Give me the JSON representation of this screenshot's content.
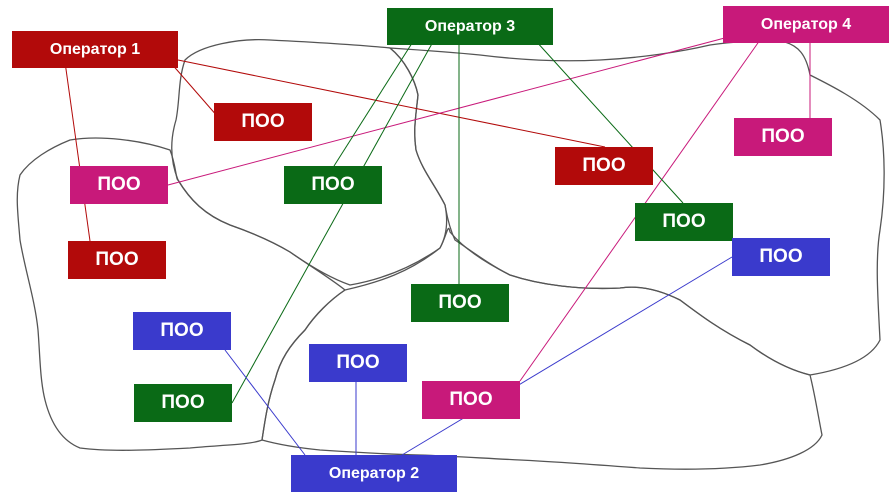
{
  "colors": {
    "red": "#b20a0a",
    "green": "#0a6a16",
    "blue": "#3a3acc",
    "magenta": "#c8197a",
    "boundary": "#555555"
  },
  "operators": {
    "op1": {
      "label": "Оператор 1",
      "color": "red"
    },
    "op2": {
      "label": "Оператор 2",
      "color": "blue"
    },
    "op3": {
      "label": "Оператор 3",
      "color": "green"
    },
    "op4": {
      "label": "Оператор 4",
      "color": "magenta"
    }
  },
  "poo_label": "ПОО",
  "poo_nodes": [
    {
      "id": "r1",
      "operator": "op1"
    },
    {
      "id": "r2",
      "operator": "op1"
    },
    {
      "id": "r3",
      "operator": "op1"
    },
    {
      "id": "m1",
      "operator": "op4"
    },
    {
      "id": "m2",
      "operator": "op4"
    },
    {
      "id": "m3",
      "operator": "op4"
    },
    {
      "id": "g1",
      "operator": "op3"
    },
    {
      "id": "g2",
      "operator": "op3"
    },
    {
      "id": "g3",
      "operator": "op3"
    },
    {
      "id": "g4",
      "operator": "op3"
    },
    {
      "id": "b1",
      "operator": "op2"
    },
    {
      "id": "b2",
      "operator": "op2"
    },
    {
      "id": "b3",
      "operator": "op2"
    }
  ]
}
